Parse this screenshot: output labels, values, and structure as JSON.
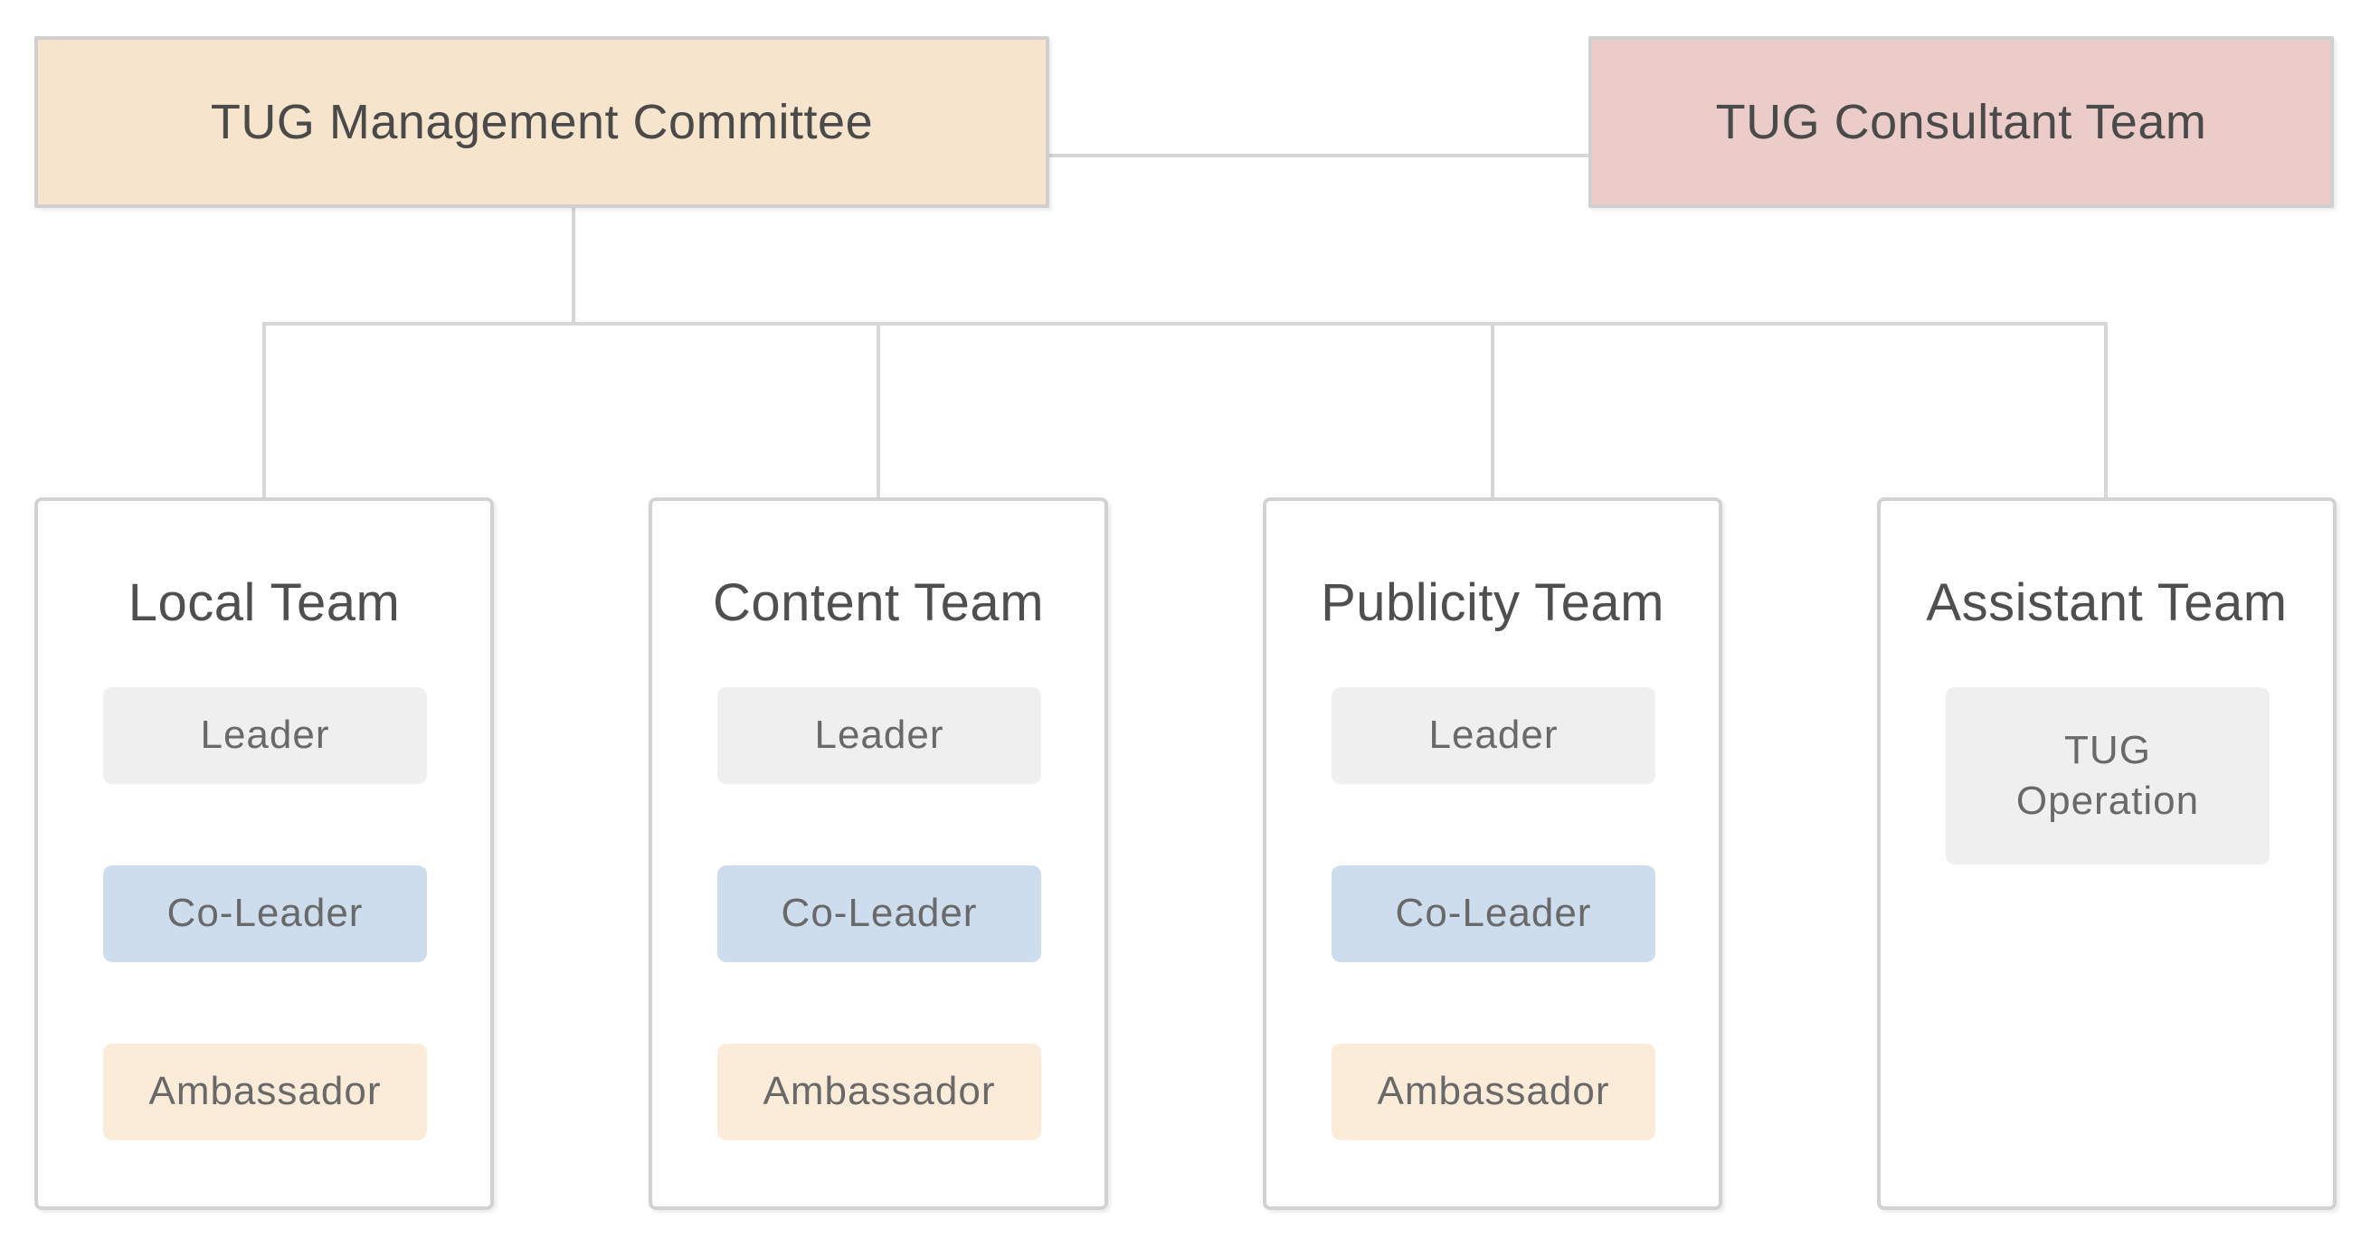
{
  "diagram": {
    "type": "org-chart",
    "top_nodes": [
      {
        "label": "TUG Management Committee",
        "bg": "#f7e4cc"
      },
      {
        "label": "TUG Consultant Team",
        "bg": "#ecccc9"
      }
    ],
    "teams": [
      {
        "title": "Local Team",
        "roles": [
          {
            "label": "Leader",
            "bg": "#efefef"
          },
          {
            "label": "Co-Leader",
            "bg": "#cedded"
          },
          {
            "label": "Ambassador",
            "bg": "#fbecd9"
          }
        ]
      },
      {
        "title": "Content Team",
        "roles": [
          {
            "label": "Leader",
            "bg": "#efefef"
          },
          {
            "label": "Co-Leader",
            "bg": "#cedded"
          },
          {
            "label": "Ambassador",
            "bg": "#fbecd9"
          }
        ]
      },
      {
        "title": "Publicity Team",
        "roles": [
          {
            "label": "Leader",
            "bg": "#efefef"
          },
          {
            "label": "Co-Leader",
            "bg": "#cedded"
          },
          {
            "label": "Ambassador",
            "bg": "#fbecd9"
          }
        ]
      },
      {
        "title": "Assistant Team",
        "roles": [
          {
            "label": "TUG\nOperation",
            "bg": "#efefef"
          }
        ]
      }
    ],
    "colors": {
      "management_fill": "#f7e4cc",
      "consultant_fill": "#ecccc9",
      "leader_fill": "#efefef",
      "co_leader_fill": "#cedded",
      "ambassador_fill": "#fbecd9",
      "connector": "#d7d7d7"
    }
  }
}
